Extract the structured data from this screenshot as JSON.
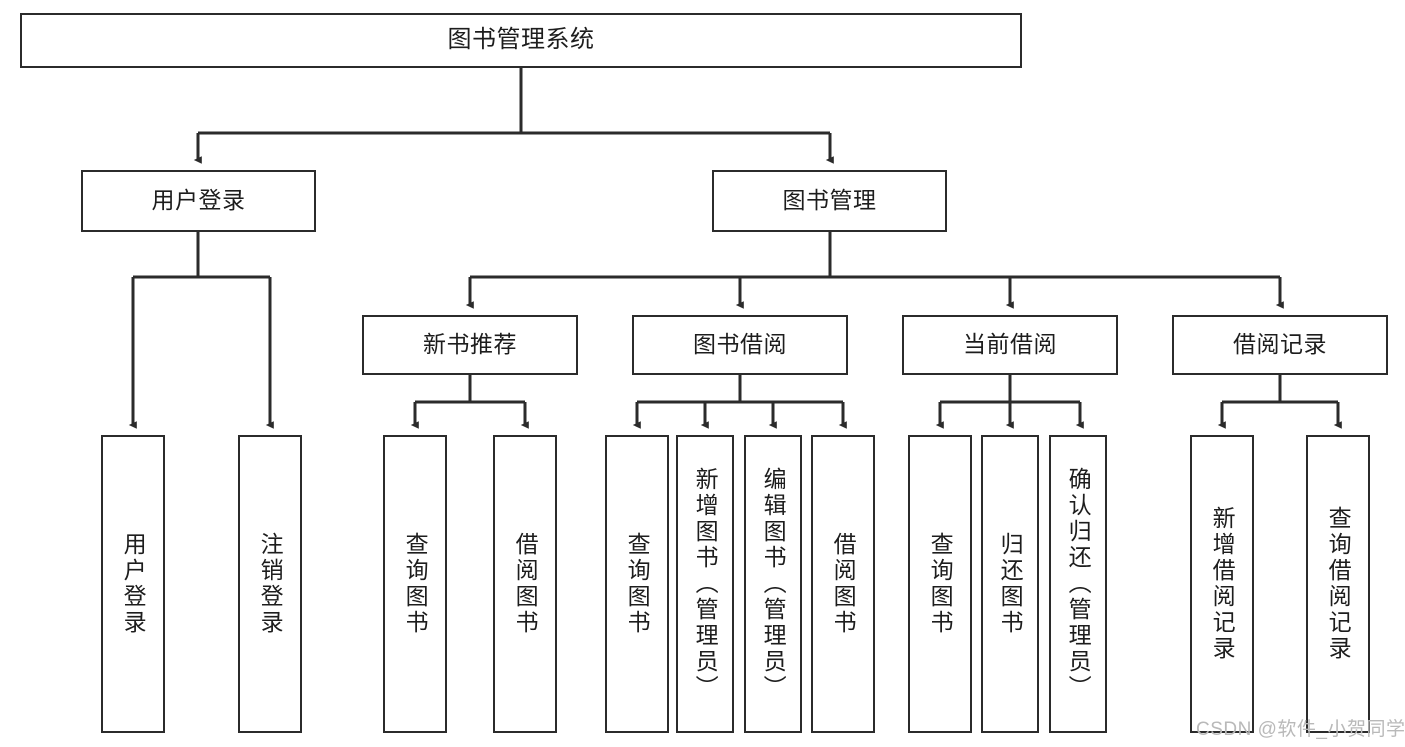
{
  "diagram": {
    "title": "图书管理系统",
    "watermark": "CSDN @软件_小贺同学",
    "line_color": "#2b2b2b",
    "box_border_color": "#2b2b2b",
    "box_fill": "#ffffff",
    "text_color": "#1d1d1d",
    "watermark_color": "#b9b9b9"
  },
  "nodes": {
    "root": {
      "label": "图书管理系统"
    },
    "level2": [
      {
        "id": "user-login",
        "label": "用户登录"
      },
      {
        "id": "book-management",
        "label": "图书管理"
      }
    ],
    "level3": [
      {
        "id": "new-book-recommend",
        "label": "新书推荐"
      },
      {
        "id": "book-borrow",
        "label": "图书借阅"
      },
      {
        "id": "current-borrow",
        "label": "当前借阅"
      },
      {
        "id": "borrow-record",
        "label": "借阅记录"
      }
    ],
    "leaves": {
      "user_login": [
        {
          "id": "leaf-user-login",
          "label": "用户登录"
        },
        {
          "id": "leaf-logout",
          "label": "注销登录"
        }
      ],
      "new_book_recommend": [
        {
          "id": "leaf-query-book-1",
          "label": "查询图书"
        },
        {
          "id": "leaf-borrow-book-1",
          "label": "借阅图书"
        }
      ],
      "book_borrow": [
        {
          "id": "leaf-query-book-2",
          "label": "查询图书"
        },
        {
          "id": "leaf-add-book",
          "label": "新增图书（管理员）"
        },
        {
          "id": "leaf-edit-book",
          "label": "编辑图书（管理员）"
        },
        {
          "id": "leaf-borrow-book-2",
          "label": "借阅图书"
        }
      ],
      "current_borrow": [
        {
          "id": "leaf-query-book-3",
          "label": "查询图书"
        },
        {
          "id": "leaf-return-book",
          "label": "归还图书"
        },
        {
          "id": "leaf-confirm-return",
          "label": "确认归还（管理员）"
        }
      ],
      "borrow_record": [
        {
          "id": "leaf-add-record",
          "label": "新增借阅记录"
        },
        {
          "id": "leaf-query-record",
          "label": "查询借阅记录"
        }
      ]
    }
  }
}
